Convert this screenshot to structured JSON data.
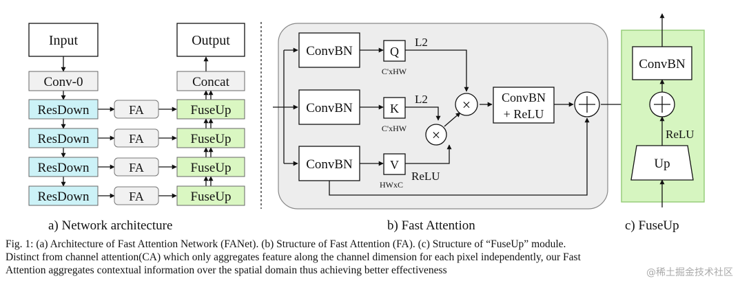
{
  "panel_a": {
    "subtitle": "a) Network architecture",
    "input": "Input",
    "output": "Output",
    "conv0": "Conv-0",
    "concat": "Concat",
    "res_down": [
      "ResDown",
      "ResDown",
      "ResDown",
      "ResDown"
    ],
    "fa": [
      "FA",
      "FA",
      "FA",
      "FA"
    ],
    "fuse_up": [
      "FuseUp",
      "FuseUp",
      "FuseUp",
      "FuseUp"
    ]
  },
  "panel_b": {
    "subtitle": "b) Fast Attention",
    "convbn": [
      "ConvBN",
      "ConvBN",
      "ConvBN"
    ],
    "q": "Q",
    "k": "K",
    "v": "V",
    "q_dim": "C'xHW",
    "k_dim": "C'xHW",
    "v_dim": "HWxC",
    "l2_q": "L2",
    "l2_k": "L2",
    "relu_v": "ReLU",
    "out_line1": "ConvBN",
    "out_line2": "+ ReLU",
    "times": "×",
    "plus": "+"
  },
  "panel_c": {
    "subtitle": "c) FuseUp",
    "convbn": "ConvBN",
    "up": "Up",
    "relu": "ReLU",
    "plus": "+"
  },
  "caption": {
    "line1": "Fig. 1: (a) Architecture of Fast Attention Network (FANet). (b) Structure of Fast Attention (FA). (c) Structure of “FuseUp” module.",
    "line2": "Distinct from channel attention(CA) which only aggregates feature along the channel dimension for each pixel independently, our Fast",
    "line3": "Attention aggregates contextual information over the spatial domain thus achieving better effectiveness"
  },
  "watermark": "@稀土掘金技术社区",
  "colors": {
    "resdown_fill": "#ccf2f7",
    "fuseup_fill": "#daf7c2",
    "gray_fill": "#f1f1f1",
    "fa_panel_fill": "#ededed",
    "fuseup_panel_fill": "#d6f5c0",
    "fuseup_panel_border": "#97cd7a"
  }
}
